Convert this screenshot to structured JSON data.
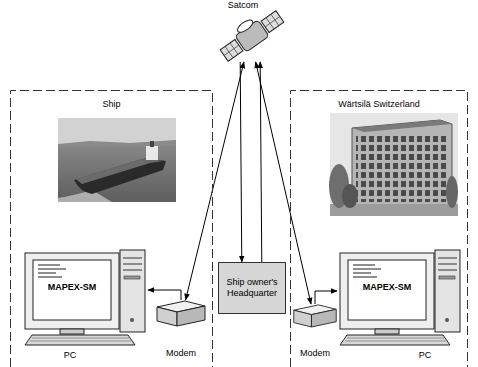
{
  "diagram": {
    "nodes": [
      {
        "text": [
          "Satcom"
        ]
      },
      {
        "text": [
          "Ship"
        ]
      },
      {
        "text": [
          "MAPEX-SM",
          "PC"
        ],
        "in": 1
      },
      {
        "text": [
          "Modem"
        ],
        "in": 1
      },
      {
        "text": [
          "Ship owner's Headquarter"
        ]
      },
      {
        "text": [
          "Wärtsilä Switzerland"
        ]
      },
      {
        "text": [
          "Modem"
        ],
        "in": 5
      },
      {
        "text": [
          "MAPEX-SM",
          "PC"
        ],
        "in": 5
      }
    ],
    "edges": [
      {
        "from": 0,
        "to": 3,
        "arrow": "both"
      },
      {
        "from": 0,
        "to": 4,
        "arrow": "to"
      },
      {
        "from": 4,
        "to": 0,
        "arrow": "to"
      },
      {
        "from": 0,
        "to": 6,
        "arrow": "both"
      },
      {
        "from": 3,
        "to": 2,
        "arrow": "to"
      },
      {
        "from": 6,
        "to": 7,
        "arrow": "to"
      }
    ]
  }
}
